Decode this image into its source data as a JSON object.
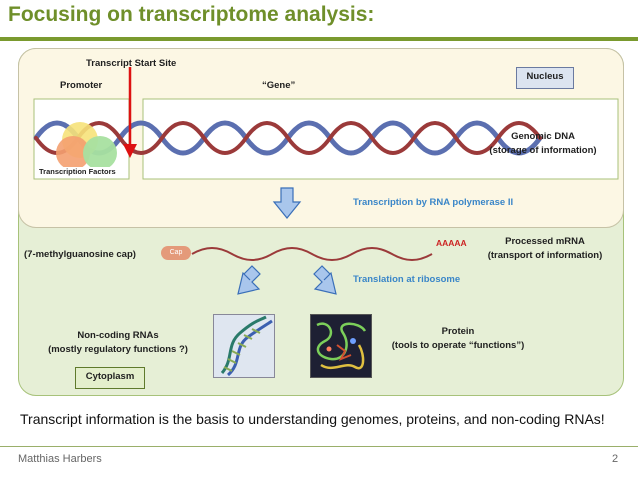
{
  "slide": {
    "title": "Focusing on transcriptome analysis:",
    "caption": "Transcript information is the basis to understanding genomes, proteins, and non-coding RNAs!",
    "author": "Matthias Harbers",
    "page_number": "2"
  },
  "nucleus": {
    "label": "Nucleus",
    "tss_label": "Transcript Start Site",
    "promoter_label": "Promoter",
    "gene_label": "“Gene”",
    "tf_label": "Transcription Factors",
    "genomic_title": "Genomic DNA",
    "genomic_sub": "(storage of information)",
    "transcription_label": "Transcription by RNA polymerase II"
  },
  "cytoplasm": {
    "label": "Cytoplasm",
    "cap_label": "(7-methylguanosine cap)",
    "cap_badge": "Cap",
    "polya": "AAAAA",
    "mrna_title": "Processed mRNA",
    "mrna_sub": "(transport of information)",
    "translation_label": "Translation at ribosome",
    "ncrna_title": "Non-coding RNAs",
    "ncrna_sub": "(mostly regulatory functions ?)",
    "protein_title": "Protein",
    "protein_sub": "(tools to operate “functions”)"
  },
  "colors": {
    "title_green": "#6f8f2a",
    "nucleus_bg": "#fcf7e4",
    "cytoplasm_bg": "#e6efd6",
    "accent_blue": "#3a86c8",
    "dna_blue": "#5b6fb0",
    "dna_red": "#9b3a3a",
    "arrow_red": "#dd1111"
  }
}
